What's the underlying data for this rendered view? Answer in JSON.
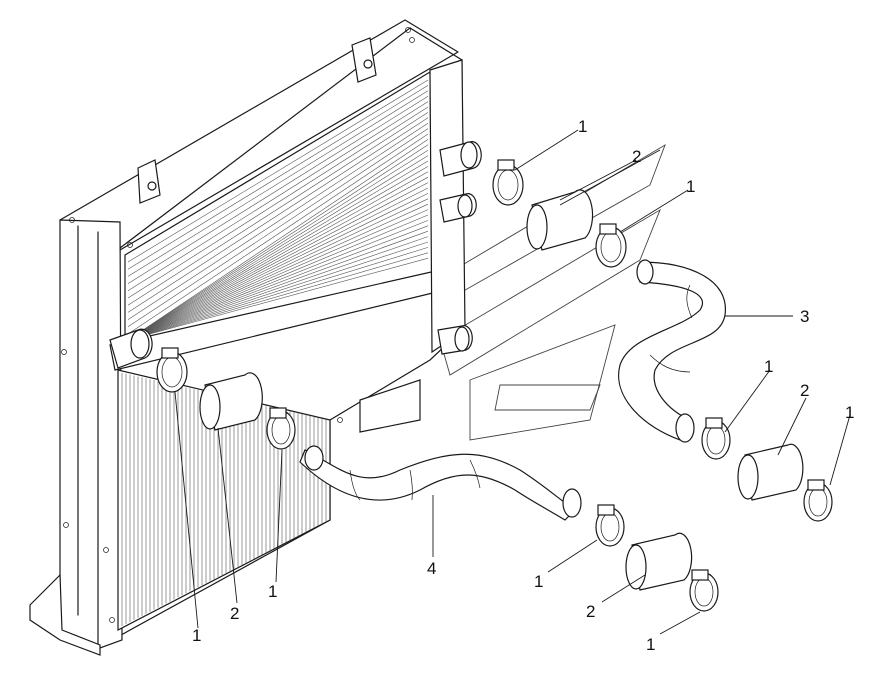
{
  "callouts": {
    "c1": "1",
    "c2": "2",
    "c3": "1",
    "c4": "3",
    "c5": "1",
    "c6": "2",
    "c7": "1",
    "c8": "4",
    "c9": "1",
    "c10": "2",
    "c11": "1",
    "c12": "1",
    "c13": "2",
    "c14": "1"
  }
}
